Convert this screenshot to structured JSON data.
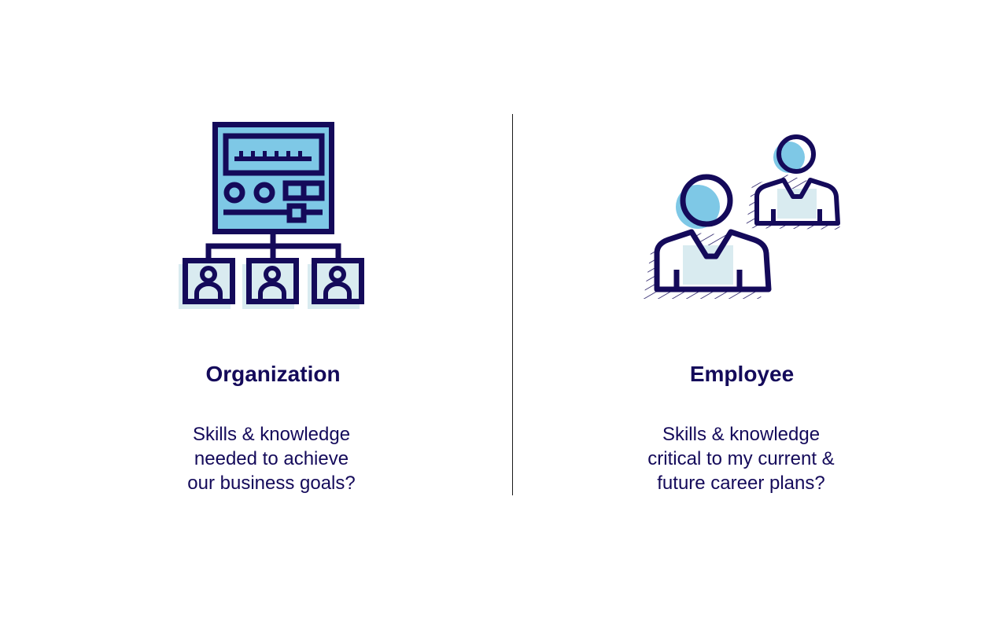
{
  "colors": {
    "navy": "#140a5a",
    "blue": "#7ec8e6",
    "light": "#d9ebf0"
  },
  "organization": {
    "icon": "org-chart-dashboard-icon",
    "title": "Organization",
    "lines": [
      "Skills & knowledge",
      "needed to achieve",
      "our business goals?"
    ]
  },
  "employee": {
    "icon": "employees-icon",
    "title": "Employee",
    "lines": [
      "Skills & knowledge",
      "critical to my current &",
      "future career plans?"
    ]
  }
}
